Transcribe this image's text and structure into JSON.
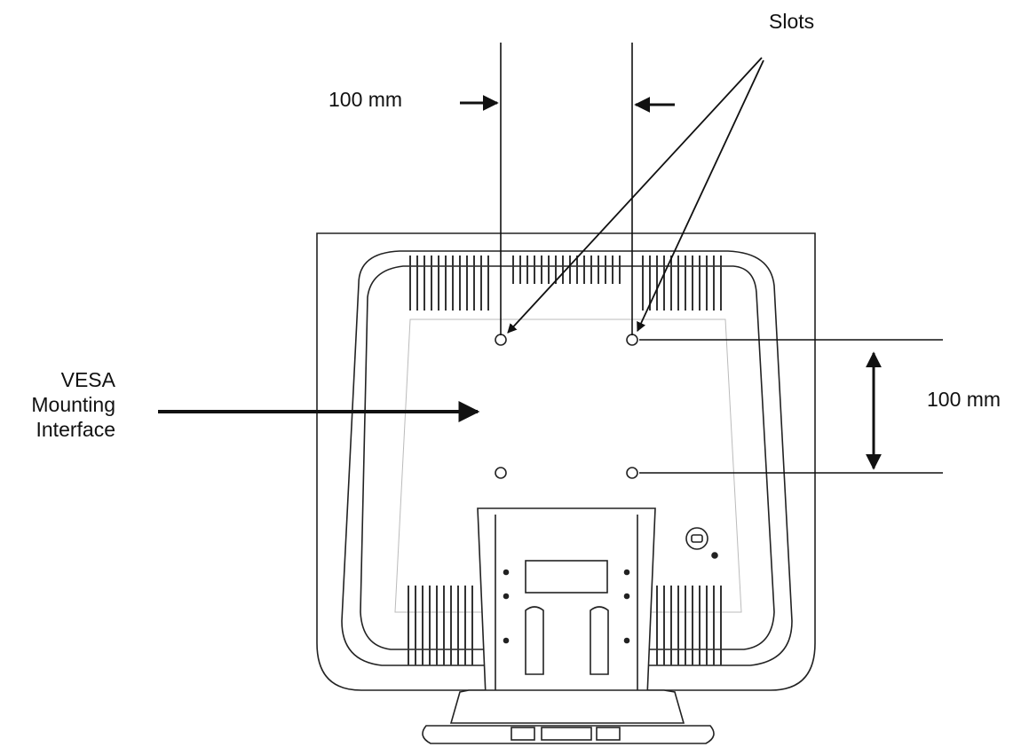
{
  "labels": {
    "slots": "Slots",
    "horizontal_spacing": "100 mm",
    "vertical_spacing": "100 mm",
    "vesa_line1": "VESA",
    "vesa_line2": "Mounting",
    "vesa_line3": "Interface"
  },
  "colors": {
    "line": "#222222",
    "background": "#ffffff"
  }
}
